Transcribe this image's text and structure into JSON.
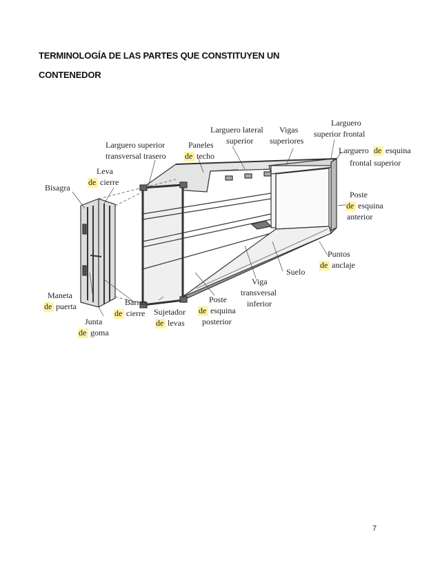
{
  "heading": {
    "line1": "TERMINOLOGÍA DE LAS PARTES QUE CONSTITUYEN UN",
    "line2": "CONTENEDOR"
  },
  "diagram": {
    "labels": {
      "bisagra": "Bisagra",
      "leva_1": "Leva",
      "leva_de": "de",
      "leva_2": "cierre",
      "larguero_sup_1": "Larguero superior",
      "larguero_sup_2": "transversal trasero",
      "paneles_1": "Paneles",
      "paneles_de": "de",
      "paneles_2": "techo",
      "larguero_lat_1": "Larguero lateral",
      "larguero_lat_2": "superior",
      "vigas_1": "Vigas",
      "vigas_2": "superiores",
      "larguero_front_1": "Larguero",
      "larguero_front_2": "superior frontal",
      "larguero_esq_1": "Larguero",
      "larguero_esq_de": "de",
      "larguero_esq_2": "esquina",
      "larguero_esq_3": "frontal superior",
      "poste_ant_1": "Poste",
      "poste_ant_de": "de",
      "poste_ant_2": "esquina",
      "poste_ant_3": "anterior",
      "puntos_1": "Puntos",
      "puntos_de": "de",
      "puntos_2": "anclaje",
      "suelo": "Suelo",
      "viga_inf_1": "Viga",
      "viga_inf_2": "transversal",
      "viga_inf_3": "inferior",
      "poste_post_1": "Poste",
      "poste_post_de": "de",
      "poste_post_2": "esquina",
      "poste_post_3": "posterior",
      "sujetador_1": "Sujetador",
      "sujetador_de": "de",
      "sujetador_2": "levas",
      "barras_1": "Barras",
      "barras_de": "de",
      "barras_2": "cierre",
      "maneta_1": "Maneta",
      "maneta_de": "de",
      "maneta_2": "puerta",
      "junta_1": "Junta",
      "junta_de": "de",
      "junta_2": "goma"
    }
  },
  "page_number": "7"
}
